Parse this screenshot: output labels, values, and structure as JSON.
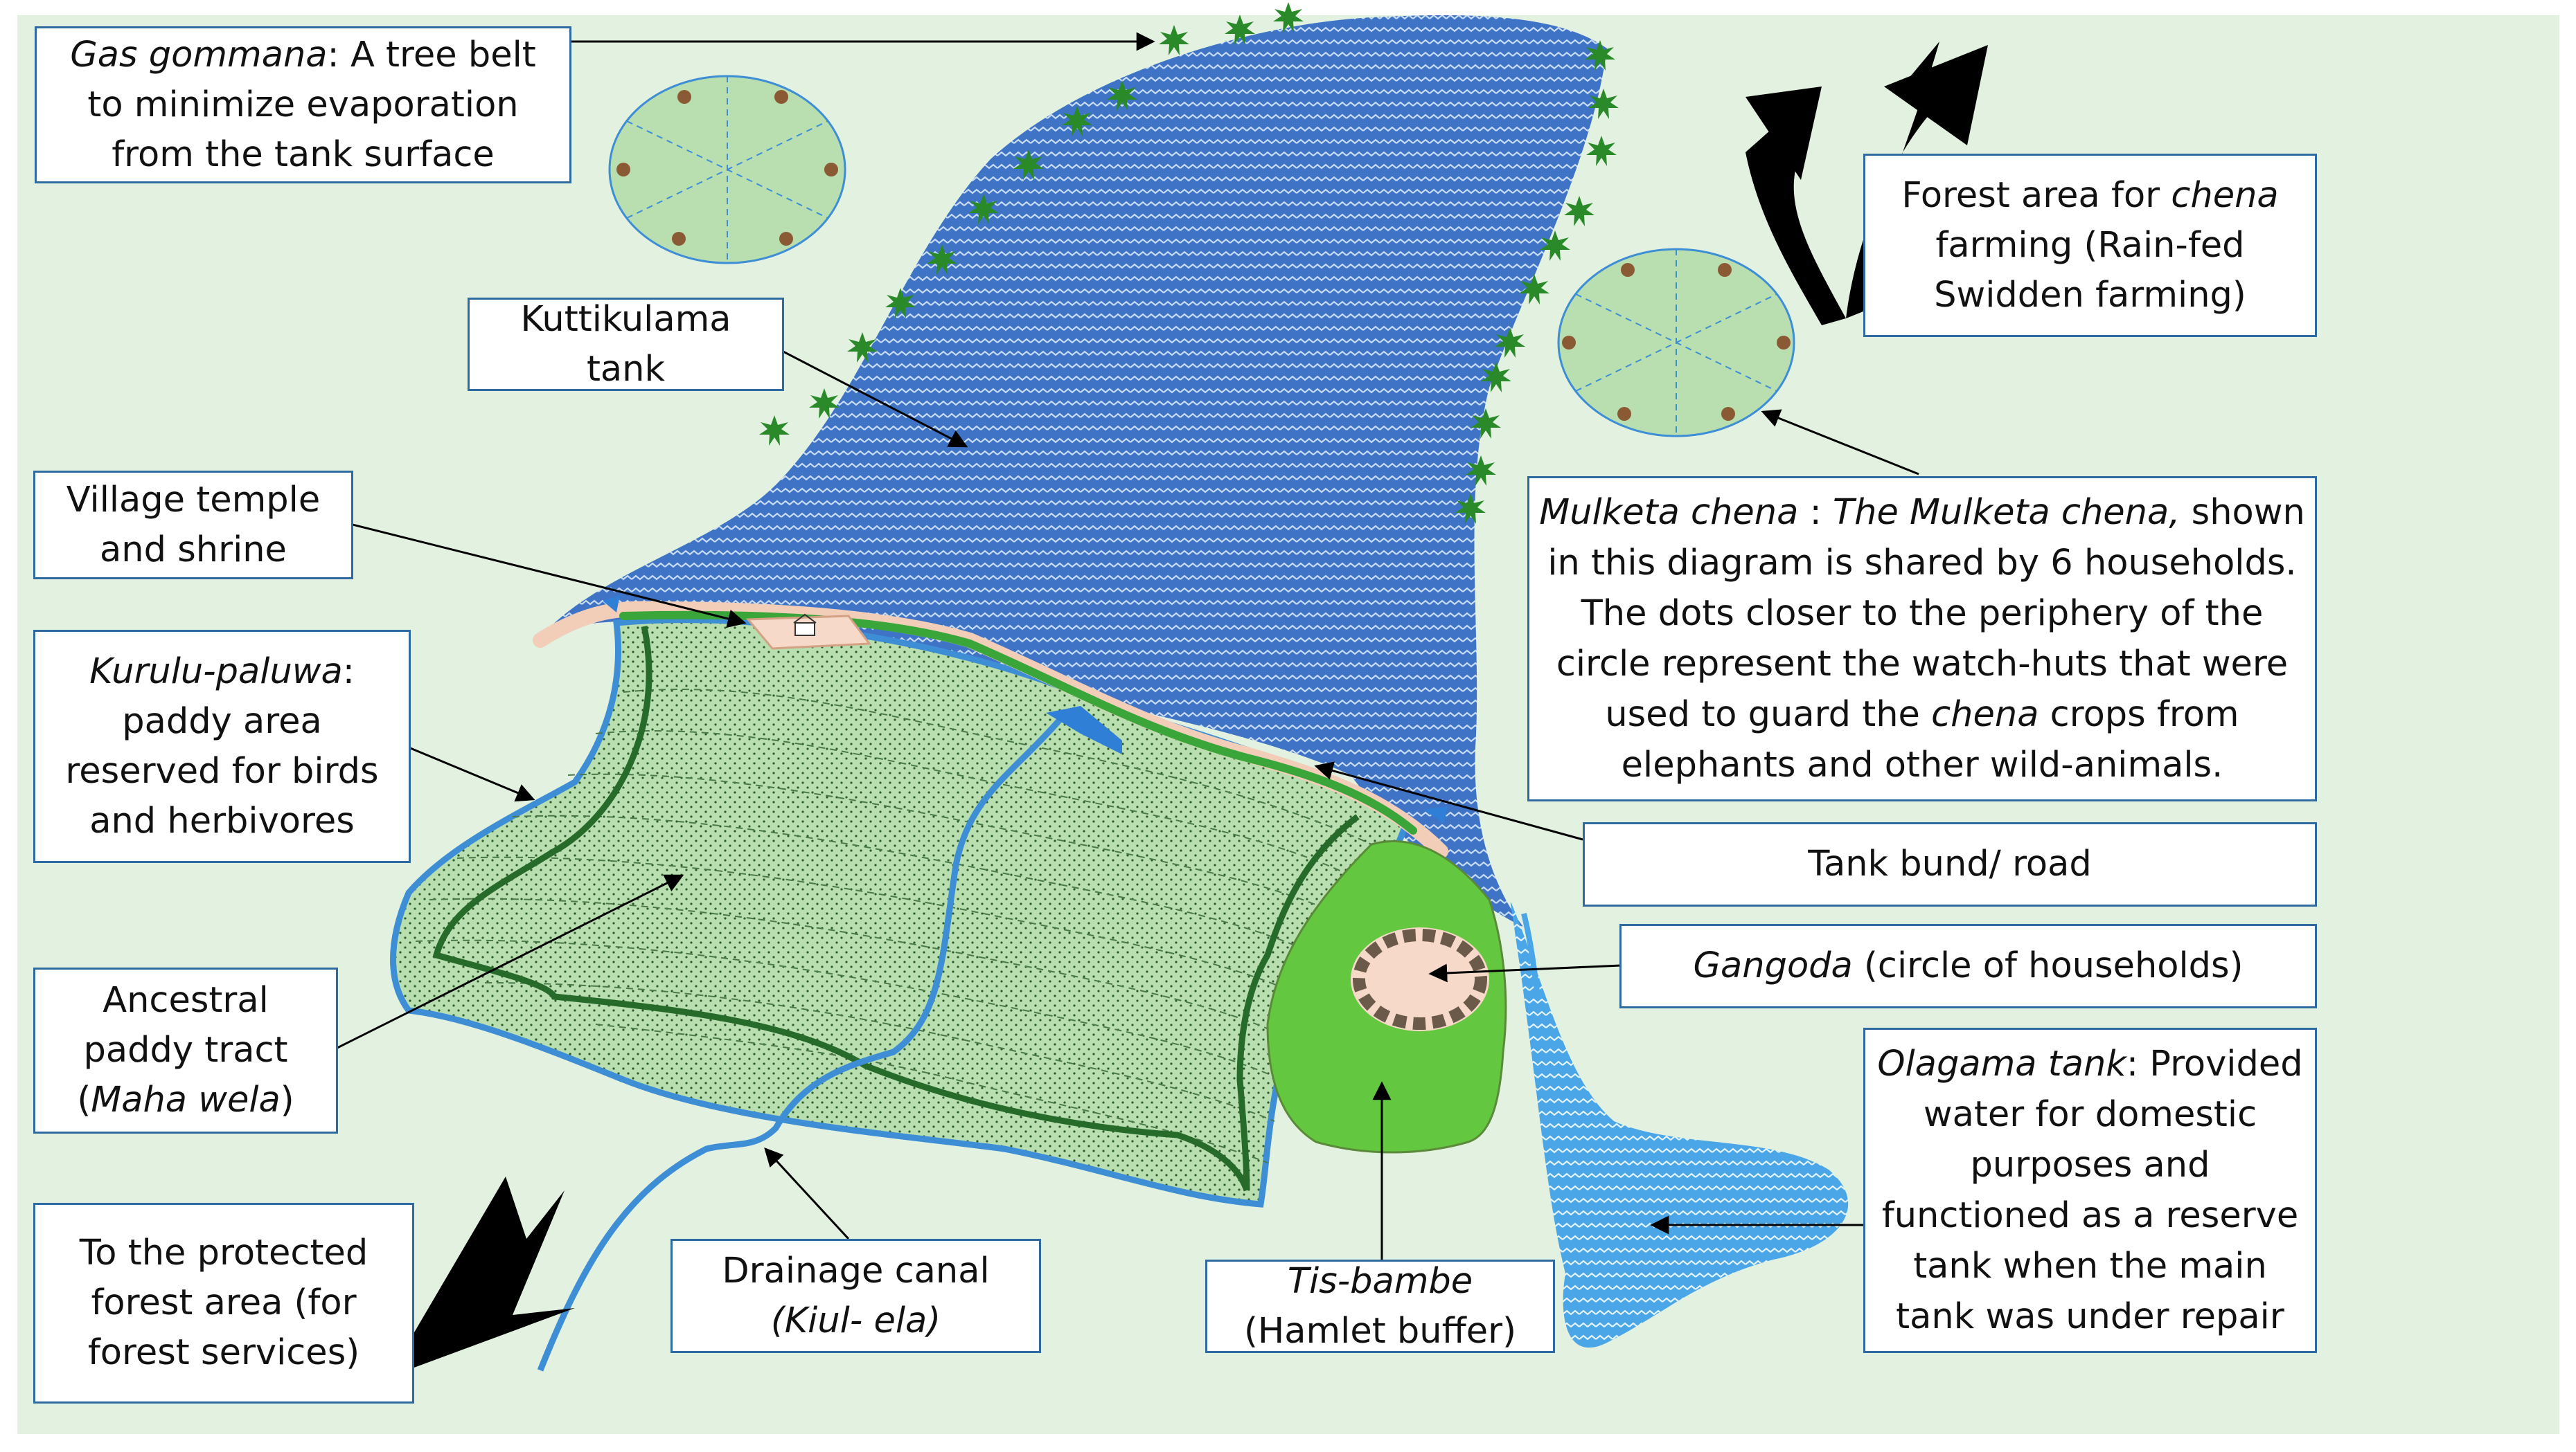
{
  "diagram": {
    "colors": {
      "land": "#e3f1e0",
      "tank_water": "#3f73c6",
      "olagama_water": "#4aa6e6",
      "paddy": "#b9dfb0",
      "paddy_border": "#3e8ed6",
      "dark_green": "#276b2b",
      "hamlet_green": "#63c83f",
      "bund_sand": "#f2cdb8",
      "tree": "#2a8a2a",
      "box_border": "#2f6aa0"
    },
    "labels": {
      "gas_gommana": {
        "term": "Gas gommana",
        "rest_1": ": A tree belt",
        "line_2": "to minimize evaporation",
        "line_3": "from the tank surface"
      },
      "kuttikulama": {
        "line_1": "Kuttikulama",
        "line_2": "tank"
      },
      "temple": {
        "line_1": "Village temple",
        "line_2": "and shrine"
      },
      "kurulu_paluwa": {
        "term": "Kurulu-paluwa",
        "rest_1": ":",
        "line_2": "paddy area",
        "line_3": "reserved  for birds",
        "line_4": "and herbivores"
      },
      "ancestral": {
        "line_1": "Ancestral",
        "line_2": "paddy tract",
        "pre_3": "(",
        "term": "Maha wela",
        "post_3": ")"
      },
      "protected_forest": {
        "line_1": "To the protected",
        "line_2": "forest area (for",
        "line_3": "forest services)"
      },
      "drainage": {
        "line_1": "Drainage canal",
        "term": "(Kiul- ela)"
      },
      "tis_bambe": {
        "term": "Tis-bambe",
        "line_2": "(Hamlet buffer)"
      },
      "forest_chena": {
        "pre_1": "Forest area for ",
        "term": "chena",
        "line_2": "farming (Rain-fed",
        "line_3": "Swidden farming)"
      },
      "mulketa": {
        "term_1": "Mulketa chena",
        "sep": " : ",
        "term_2": "The Mulketa chena,",
        "post_1": " shown",
        "line_2": "in this diagram  is shared by 6 households.",
        "line_3": "The dots closer to the periphery  of the",
        "line_4": "circle represent  the watch-huts that were",
        "pre_5": "used to guard the ",
        "term_5": "chena",
        "post_5": " crops from",
        "line_6": "elephants and other wild-animals."
      },
      "tank_bund": {
        "line_1": "Tank bund/ road"
      },
      "gangoda": {
        "term": "Gangoda",
        "rest_1": " (circle of households)"
      },
      "olagama": {
        "term": "Olagama tank",
        "rest_1": ": Provided",
        "line_2": "water for domestic",
        "line_3": "purposes and",
        "line_4": "functioned as a reserve",
        "line_5": "tank when the main",
        "line_6": "tank was under repair"
      }
    },
    "icons": {
      "temple": "temple-icon",
      "arrow_up": "curved-double-arrow-icon",
      "arrow_down": "down-left-arrow-icon",
      "tree": "tree-icon",
      "hut": "watch-hut-icon"
    }
  }
}
